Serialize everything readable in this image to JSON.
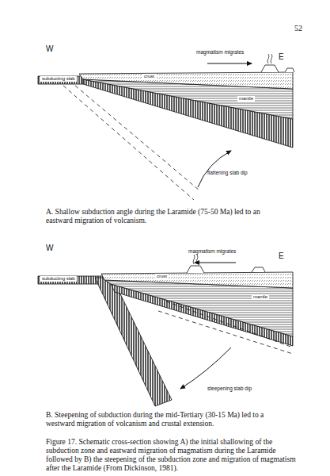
{
  "diagram": {
    "caption": "Figure 17. Schematic cross-section showing A) the initial shallowing of the subduction zone and eastward migration of magmatism during the Laramide followed by B) the steepening of the subduction zone and migration of magmatism after the Laramide (From Dickinson, 1981).",
    "labels": [
      "52",
      "W",
      "magmatism migrates",
      "E",
      "subducting slab",
      "crust",
      "mantle",
      "flattening slab dip",
      "A. Shallow subduction angle during the Laramide (75-50 Ma) led to an eastward migration of volcanism.",
      "W",
      "magmatism migrates",
      "E",
      "subducting slab",
      "crust",
      "mantle",
      "steepening slab dip",
      "B. Steepening of subduction during the mid-Tertiary (30-15 Ma) led to a westward migration of volcanism and crustal extension."
    ]
  }
}
